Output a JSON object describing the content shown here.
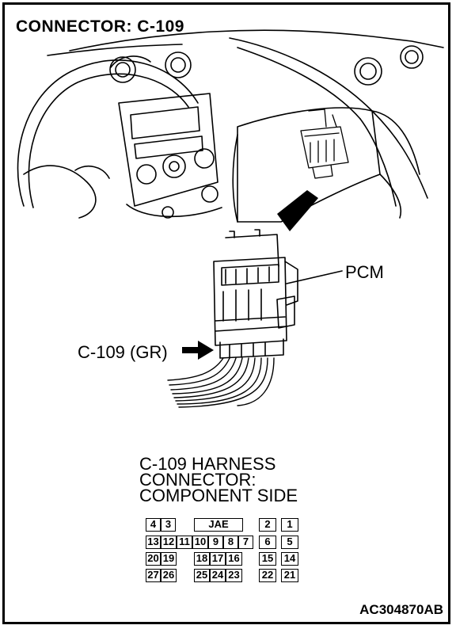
{
  "title": "CONNECTOR: C-109",
  "labels": {
    "pcm": "PCM",
    "connector": "C-109 (GR)"
  },
  "harness_caption": {
    "line1": "C-109 HARNESS",
    "line2": "CONNECTOR:",
    "line3": "COMPONENT SIDE"
  },
  "connector_face": {
    "rows": [
      [
        "4",
        "3",
        "",
        "JAE",
        "",
        "2",
        "1"
      ],
      [
        "13",
        "12",
        "11",
        "10",
        "9",
        "8",
        "7",
        "6",
        "5"
      ],
      [
        "20",
        "19",
        "18",
        "17",
        "16",
        "15",
        "14"
      ],
      [
        "27",
        "26",
        "25",
        "24",
        "23",
        "22",
        "21"
      ]
    ]
  },
  "figure_code": "AC304870AB"
}
